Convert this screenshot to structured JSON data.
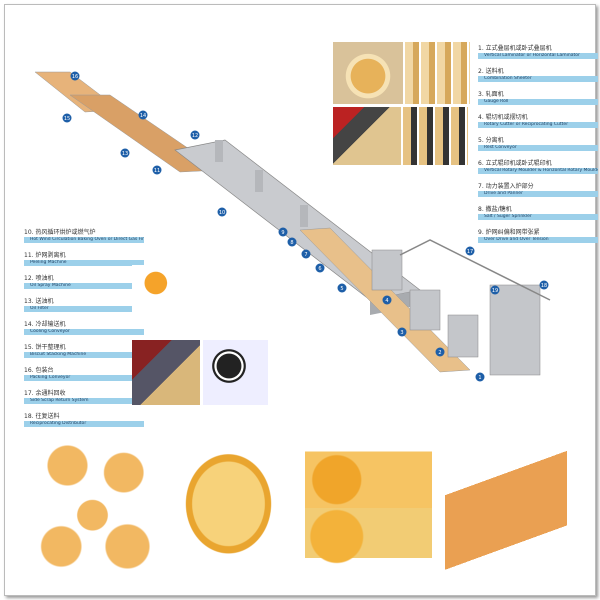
{
  "legend_right": [
    {
      "num": "1.",
      "zh": "立式叠层机或卧式叠层机",
      "en": "Vertical Laminator or Horizontal Laminator"
    },
    {
      "num": "2.",
      "zh": "送料机",
      "en": "Combination Sheeter"
    },
    {
      "num": "3.",
      "zh": "轧面机",
      "en": "Gauge Roll"
    },
    {
      "num": "4.",
      "zh": "辊切机或摆切机",
      "en": "Rotary Cutter or Reciprocating Cutter"
    },
    {
      "num": "5.",
      "zh": "分离机",
      "en": "Rest Conveyor"
    },
    {
      "num": "6.",
      "zh": "立式辊印机或卧式辊印机",
      "en": "Vertical Rotary Moulder & Horizontal Rotary Moulder"
    },
    {
      "num": "7.",
      "zh": "动力装置入炉部分",
      "en": "Drive and Panner"
    },
    {
      "num": "8.",
      "zh": "撒盐/糖机",
      "en": "Salt / Suger Sprinkler"
    },
    {
      "num": "9.",
      "zh": "炉网纠偏和网带张紧",
      "en": "Over Drive and Over Tension"
    }
  ],
  "legend_left": [
    {
      "num": "10.",
      "zh": "热风循环烘炉或燃气炉",
      "en": "Hot Wind Circulation Baking Oven or Direct Gas Fired Oven"
    },
    {
      "num": "11.",
      "zh": "炉网剥离机",
      "en": "Peeling Machine"
    },
    {
      "num": "12.",
      "zh": "喷油机",
      "en": "Oil Spray Machine"
    },
    {
      "num": "13.",
      "zh": "送油机",
      "en": "Oil Filter"
    },
    {
      "num": "14.",
      "zh": "冷却输送机",
      "en": "Cooling Conveyor"
    },
    {
      "num": "15.",
      "zh": "饼干整理机",
      "en": "Biscuit Stacking Machine"
    },
    {
      "num": "16.",
      "zh": "包装台",
      "en": "Packing Conveyor"
    },
    {
      "num": "17.",
      "zh": "余通料回收",
      "en": "Side Scrap Return System"
    },
    {
      "num": "18.",
      "zh": "往复送料",
      "en": "Reciprocating Distributor"
    }
  ],
  "markers": [
    "1",
    "2",
    "3",
    "4",
    "5",
    "6",
    "7",
    "8",
    "9",
    "10",
    "11",
    "12",
    "13",
    "14",
    "15",
    "16",
    "17",
    "18",
    "19"
  ],
  "colors": {
    "legend_bar": "#9cd0ea",
    "marker": "#1e5fa8",
    "machine": "#c9cbcf",
    "biscuit": "#f0b040"
  }
}
